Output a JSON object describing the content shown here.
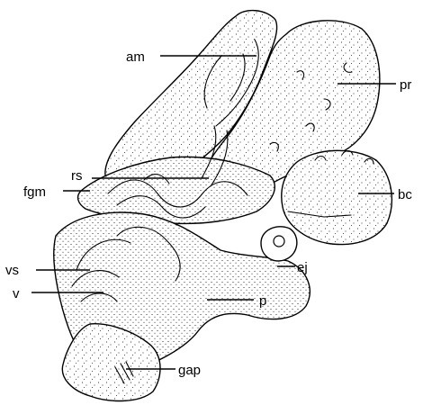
{
  "figure": {
    "labels": {
      "am": "am",
      "pr": "pr",
      "rs": "rs",
      "fgm": "fgm",
      "bc": "bc",
      "ej": "ej",
      "vs": "vs",
      "v": "v",
      "p": "p",
      "gap": "gap"
    }
  }
}
